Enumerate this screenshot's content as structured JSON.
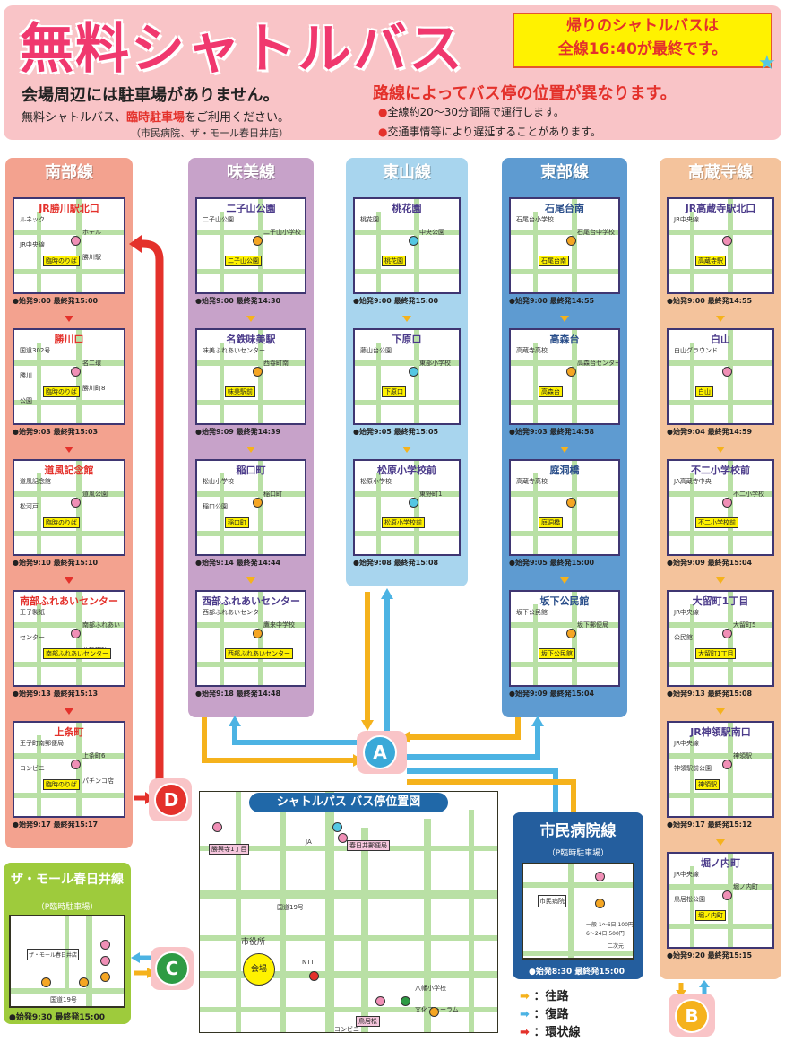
{
  "header": {
    "title": "無料シャトルバス",
    "notice_line1": "帰りのシャトルバスは",
    "notice_line2": "全線16:40が最終です。",
    "no_parking": "会場周辺には駐車場がありません。",
    "use_shuttle_prefix": "無料シャトルバス、",
    "use_shuttle_highlight": "臨時駐車場",
    "use_shuttle_suffix": "をご利用ください。",
    "parking_locations": "（市民病院、ザ・モール春日井店）",
    "stop_position_notice": "路線によってバス停の位置が異なります。",
    "interval_note": "全線約20～30分間隔で運行します。",
    "delay_note": "交通事情等により遅延することがあります。"
  },
  "lines": [
    {
      "name": "南部線",
      "color": "#f3a28f",
      "stops": [
        {
          "name": "JR勝川駅北口",
          "time": "●始発9:00 最終発15:00",
          "labels": [
            "ルネック",
            "ホテル",
            "JR中央線",
            "勝川駅"
          ],
          "yellow": "臨時のりば"
        },
        {
          "name": "勝川口",
          "time": "●始発9:03 最終発15:03",
          "labels": [
            "国道302号",
            "名二環",
            "勝川",
            "勝川町8",
            "公園"
          ],
          "yellow": "臨時のりば"
        },
        {
          "name": "道風記念館",
          "time": "●始発9:10 最終発15:10",
          "labels": [
            "道風記念館",
            "道風公園",
            "松河戸"
          ],
          "yellow": "臨時のりば"
        },
        {
          "name": "南部ふれあいセンター",
          "time": "●始発9:13 最終発15:13",
          "labels": [
            "王子製紙",
            "南部ふれあい",
            "センター",
            "八幡神社"
          ],
          "yellow": "南部ふれあいセンター"
        },
        {
          "name": "上条町",
          "time": "●始発9:17 最終発15:17",
          "labels": [
            "王子町南郵便局",
            "上条町6",
            "コンビニ",
            "パチンコ店"
          ],
          "yellow": "臨時のりば"
        }
      ]
    },
    {
      "name": "味美線",
      "color": "#c7a2c9",
      "stops": [
        {
          "name": "二子山公園",
          "time": "●始発9:00 最終発14:30",
          "labels": [
            "二子山公園",
            "二子山小学校"
          ],
          "yellow": "二子山公園"
        },
        {
          "name": "名鉄味美駅",
          "time": "●始発9:09 最終発14:39",
          "labels": [
            "味美ふれあいセンター",
            "西春町南"
          ],
          "yellow": "味美駅前"
        },
        {
          "name": "稲口町",
          "time": "●始発9:14 最終発14:44",
          "labels": [
            "松山小学校",
            "稲口町",
            "稲口公園"
          ],
          "yellow": "稲口町"
        },
        {
          "name": "西部ふれあいセンター",
          "time": "●始発9:18 最終発14:48",
          "labels": [
            "西部ふれあいセンター",
            "鷹来中学校"
          ],
          "yellow": "西部ふれあいセンター"
        }
      ]
    },
    {
      "name": "東山線",
      "color": "#a8d5ee",
      "stops": [
        {
          "name": "桃花園",
          "time": "●始発9:00 最終発15:00",
          "labels": [
            "桃花園",
            "中央公園"
          ],
          "yellow": "桃花園"
        },
        {
          "name": "下原口",
          "time": "●始発9:05 最終発15:05",
          "labels": [
            "藤山台公園",
            "東部小学校"
          ],
          "yellow": "下原口"
        },
        {
          "name": "松原小学校前",
          "time": "●始発9:08 最終発15:08",
          "labels": [
            "松原小学校",
            "東野町1"
          ],
          "yellow": "松原小学校前"
        }
      ]
    },
    {
      "name": "東部線",
      "color": "#5e9bd1",
      "stops": [
        {
          "name": "石尾台南",
          "time": "●始発9:00 最終発14:55",
          "labels": [
            "石尾台小学校",
            "石尾台中学校"
          ],
          "yellow": "石尾台南"
        },
        {
          "name": "高森台",
          "time": "●始発9:03 最終発14:58",
          "labels": [
            "高蔵寺高校",
            "高森台センター"
          ],
          "yellow": "高森台"
        },
        {
          "name": "庭洞橋",
          "time": "●始発9:05 最終発15:00",
          "labels": [
            "高蔵寺高校"
          ],
          "yellow": "庭洞橋"
        },
        {
          "name": "坂下公民館",
          "time": "●始発9:09 最終発15:04",
          "labels": [
            "坂下公民館",
            "坂下郵便局"
          ],
          "yellow": "坂下公民館"
        }
      ]
    },
    {
      "name": "高蔵寺線",
      "color": "#f4c39c",
      "stops": [
        {
          "name": "JR高蔵寺駅北口",
          "time": "●始発9:00 最終発14:55",
          "labels": [
            "JR中央線"
          ],
          "yellow": "高蔵寺駅"
        },
        {
          "name": "白山",
          "time": "●始発9:04 最終発14:59",
          "labels": [
            "白山グラウンド"
          ],
          "yellow": "白山"
        },
        {
          "name": "不二小学校前",
          "time": "●始発9:09 最終発15:04",
          "labels": [
            "JA高蔵寺中央",
            "不二小学校"
          ],
          "yellow": "不二小学校前"
        },
        {
          "name": "大留町1丁目",
          "time": "●始発9:13 最終発15:08",
          "labels": [
            "JR中央線",
            "大留町5",
            "公民館"
          ],
          "yellow": "大留町1丁目"
        },
        {
          "name": "JR神領駅南口",
          "time": "●始発9:17 最終発15:12",
          "labels": [
            "JR中央線",
            "神領駅",
            "神領駅前公園"
          ],
          "yellow": "神領駅"
        },
        {
          "name": "堀ノ内町",
          "time": "●始発9:20 最終発15:15",
          "labels": [
            "JR中央線",
            "堀ノ内町",
            "鳥居松公園"
          ],
          "yellow": "堀ノ内町"
        }
      ]
    }
  ],
  "mall_line": {
    "name": "ザ・モール春日井線",
    "sub": "（P臨時駐車場）",
    "time": "●始発9:30 最終発15:00",
    "labels": [
      "ザ・モール春日井店",
      "国道19号"
    ]
  },
  "hospital_line": {
    "name": "市民病院線",
    "sub": "（P臨時駐車場）",
    "time": "●始発8:30 最終発15:00",
    "labels": [
      "市民病院",
      "一般 1～6日 100円",
      "6～24日 500円",
      "二次元"
    ]
  },
  "central_map": {
    "title": "シャトルパス バス停位置図",
    "labels": [
      "勝興寺1丁目",
      "JA",
      "春日井郵便局",
      "市役所",
      "会場",
      "NTT",
      "鳥居松",
      "文化フォーラム",
      "八幡小学校",
      "コンビニ",
      "国道19号"
    ]
  },
  "hubs": {
    "A": "A",
    "B": "B",
    "C": "C",
    "D": "D"
  },
  "hub_colors": {
    "A": "#3aa9d8",
    "B": "#f5b21c",
    "C": "#2e9b44",
    "D": "#e4312b"
  },
  "legend": [
    {
      "label": "：往路",
      "color": "#f5b21c"
    },
    {
      "label": "：復路",
      "color": "#4cb3e3"
    },
    {
      "label": "：環状線",
      "color": "#e4312b"
    }
  ]
}
